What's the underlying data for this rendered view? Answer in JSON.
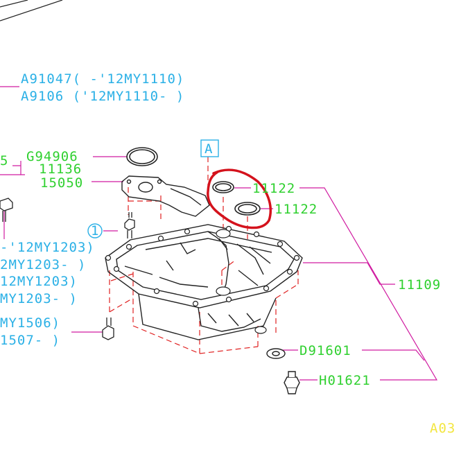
{
  "colors": {
    "part_number_green": "#2fd02f",
    "note_cyan": "#2ab0e6",
    "leader_magenta": "#d01aa0",
    "phantom_red": "#e02020",
    "highlight_red": "#d4121c",
    "ref_yellow": "#f3e640",
    "line_black": "#222222"
  },
  "labels": {
    "a91047": "A91047( -'12MY1110)",
    "a9106": "A9106 ('12MY1110- )",
    "g94906": "G94906",
    "p11136_prefix": "5",
    "p11136": "11136",
    "p15050": "15050",
    "p11122_upper": "11122",
    "p11122_lower": "11122",
    "p11109": "11109",
    "d91601": "D91601",
    "h01621": "H01621",
    "note_12my1203_a": "-'12MY1203)",
    "note_12my1203_b": "2MY1203- )",
    "note_12my1203_c": "12MY1203)",
    "note_12my1203_d": "MY1203- )",
    "note_my1506": "MY1506)",
    "note_1507": "1507- )",
    "callout_1": "1",
    "section_marker": "A",
    "page_ref": "A03"
  },
  "icons": [
    "gasket-ring-icon",
    "bolt-icon",
    "drain-plug-icon",
    "washer-icon",
    "circled-number-icon",
    "section-box-icon"
  ]
}
